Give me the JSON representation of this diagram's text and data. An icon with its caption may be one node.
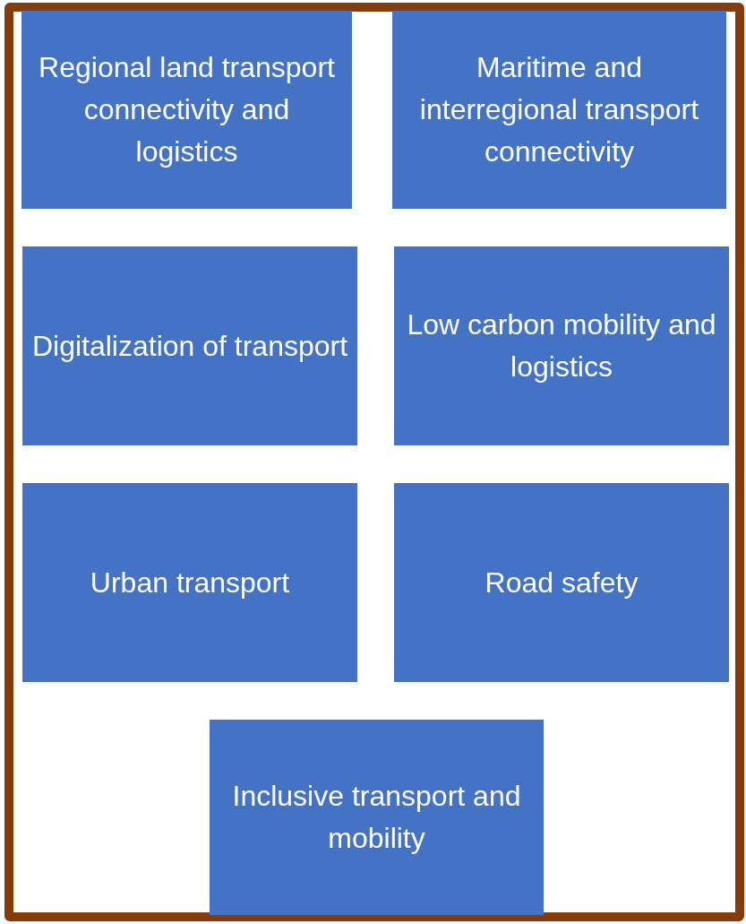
{
  "diagram": {
    "nodes": [
      {
        "text": [
          "Regional land transport connectivity and logistics"
        ]
      },
      {
        "text": [
          "Maritime and interregional transport connectivity"
        ]
      },
      {
        "text": [
          "Digitalization of transport"
        ]
      },
      {
        "text": [
          "Low carbon mobility and logistics"
        ]
      },
      {
        "text": [
          "Urban transport"
        ]
      },
      {
        "text": [
          "Road safety"
        ]
      },
      {
        "text": [
          "Inclusive transport and mobility"
        ]
      }
    ]
  }
}
